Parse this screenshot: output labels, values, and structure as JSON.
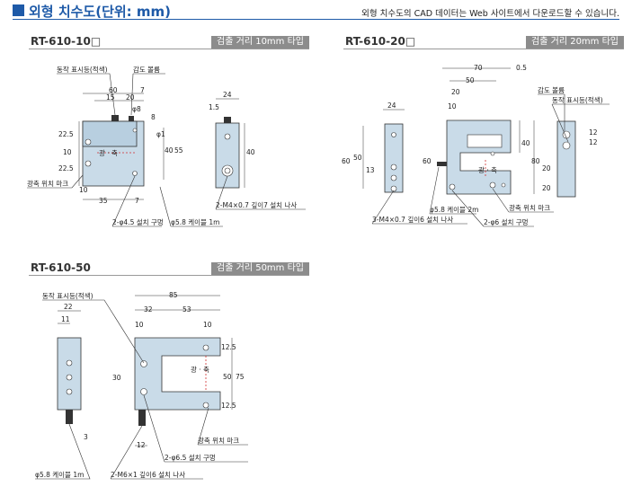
{
  "header": {
    "title": "외형 치수도(단위: mm)",
    "note": "외형 치수도의 CAD 데이터는 Web 사이트에서 다운로드할 수 있습니다."
  },
  "sections": [
    {
      "name": "RT-610-10□",
      "range": "검출 거리 10mm 타입",
      "labels": {
        "indicator": "동작 표시등(적색)",
        "sensitivity": "감도 볼륨",
        "axis_mark": "광축 위치 마크",
        "axis": "광 · 축",
        "holes": "2-φ4.5 설치 구멍",
        "cable": "φ5.8 케이블 1m",
        "screw": "2-M4×0.7 깊이7 설치 나사",
        "dims": {
          "d60": "60",
          "d15": "15",
          "d20": "20",
          "d7": "7",
          "phi8": "φ8",
          "d8": "8",
          "d22_5": "22.5",
          "d10": "10",
          "d22_5b": "22.5",
          "phi1": "φ1",
          "d40": "40",
          "d55": "55",
          "d35": "35",
          "d7b": "7",
          "d10b": "10",
          "d24": "24",
          "d1_5": "1.5",
          "d40s": "40"
        }
      }
    },
    {
      "name": "RT-610-20□",
      "range": "검출 거리 20mm 타입",
      "labels": {
        "sensitivity": "감도 볼륨",
        "indicator": "동작 표시등(적색)",
        "axis_mark": "광축 위치 마크",
        "axis": "광 · 축",
        "cable": "φ5.8 케이블 2m",
        "screw": "3-M4×0.7 깊이6 설치 나사",
        "holes": "2-φ6 설치 구멍",
        "dims": {
          "d70": "70",
          "d0_5": "0.5",
          "d50": "50",
          "d20": "20",
          "d10": "10",
          "d24": "24",
          "d60": "60",
          "d50s": "50",
          "d13": "13",
          "d60f": "60",
          "d40": "40",
          "d80": "80",
          "d20a": "20",
          "d20b": "20",
          "d12a": "12",
          "d12b": "12"
        }
      }
    },
    {
      "name": "RT-610-50",
      "range": "검출 거리 50mm 타입",
      "labels": {
        "indicator": "동작 표시등(적색)",
        "axis_mark": "광축 위치 마크",
        "holes": "2-φ6.5 설치 구멍",
        "cable": "φ5.8 케이블 1m",
        "screw": "2-M6×1 깊이6 설치 나사",
        "axis": "광 · 축",
        "dims": {
          "d22": "22",
          "d11": "11",
          "d3": "3",
          "d85": "85",
          "d32": "32",
          "d53": "53",
          "d10a": "10",
          "d10b": "10",
          "d30": "30",
          "d12_5a": "12.5",
          "d50": "50",
          "d75": "75",
          "d12_5b": "12.5",
          "d12": "12"
        }
      }
    }
  ]
}
